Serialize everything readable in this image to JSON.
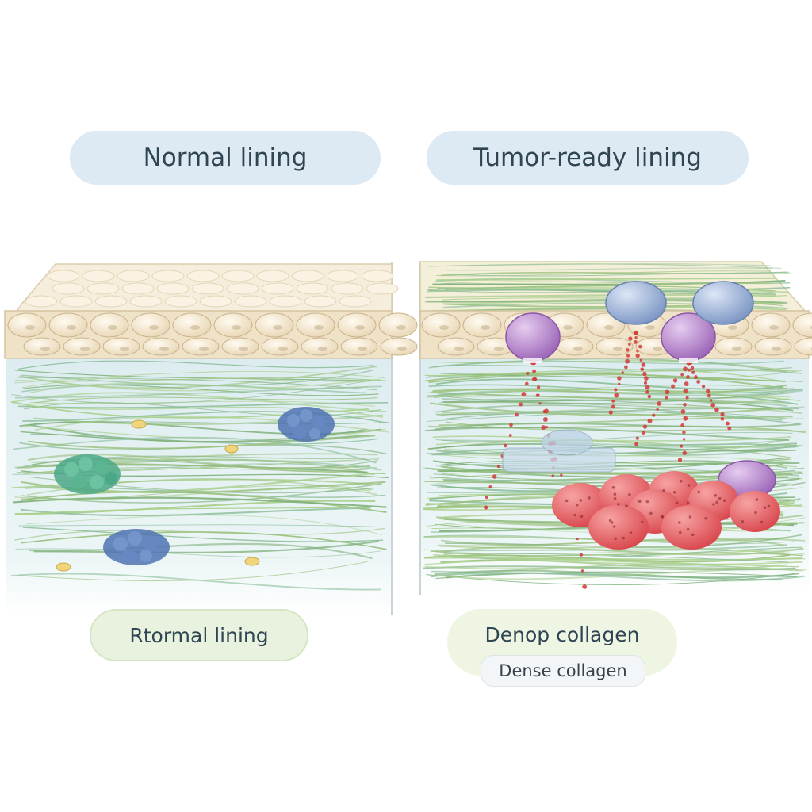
{
  "panels": {
    "left": {
      "title": "Normal lining",
      "caption": "Rtormal lining"
    },
    "right": {
      "title": "Tumor-ready lining",
      "caption": "Denop collagen",
      "caption_sub": "Dense collagen"
    }
  },
  "colors": {
    "title_pill": "#dde9f3",
    "caption_pill": "#e9f2df",
    "epithelium": "#f4ead6",
    "stroma": "#e3f1f2",
    "collagen": "#9bc17f",
    "tumor_cell": "#e2575c",
    "immune_purple": "#b07ac7",
    "immune_blue": "#8aa4cf",
    "signal_dots": "#d23a3a",
    "cluster_green": "#4aa886",
    "cluster_blue": "#4f73b3"
  }
}
